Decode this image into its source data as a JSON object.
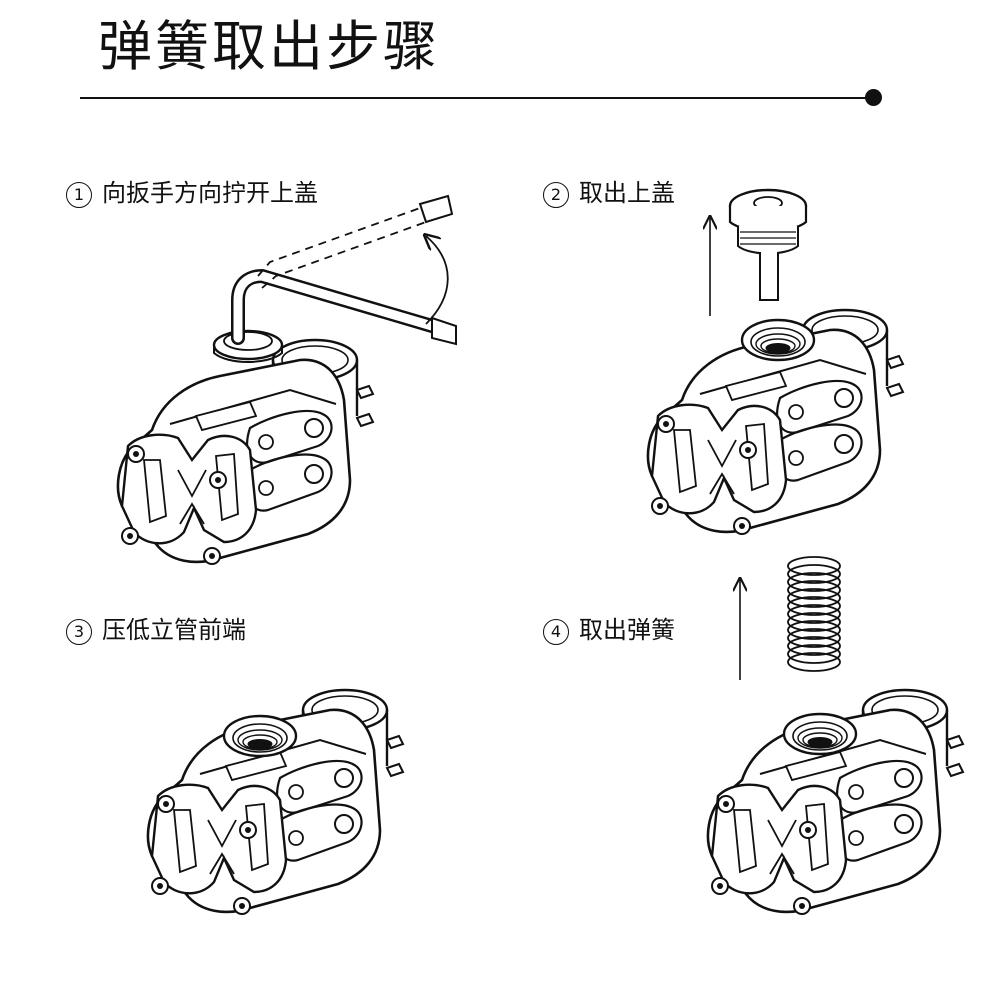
{
  "title": "弹簧取出步骤",
  "steps": [
    {
      "number": "1",
      "label": "向扳手方向拧开上盖"
    },
    {
      "number": "2",
      "label": "取出上盖"
    },
    {
      "number": "3",
      "label": "压低立管前端"
    },
    {
      "number": "4",
      "label": "取出弹簧"
    }
  ],
  "colors": {
    "line": "#111111",
    "background": "#ffffff"
  },
  "icons": [
    "hex-key-icon",
    "rotation-arrow-icon",
    "up-arrow-icon",
    "top-cap-icon",
    "spring-icon",
    "bike-stem-icon"
  ]
}
